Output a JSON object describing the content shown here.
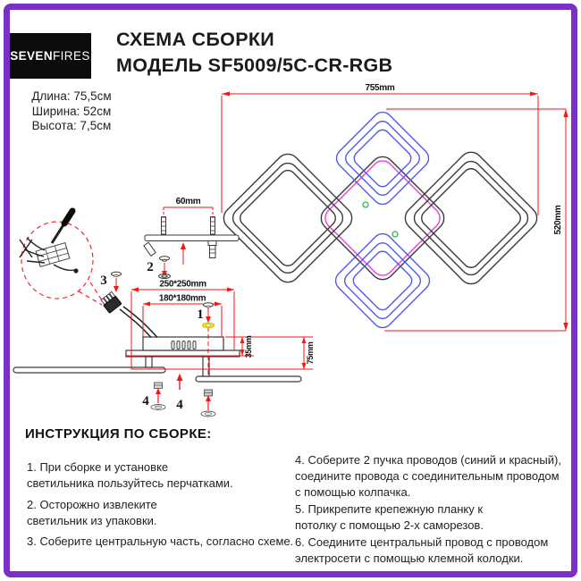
{
  "page": {
    "background": "#ffffff",
    "border_color": "#7c2fc4"
  },
  "header": {
    "logo_text_bold": "SEVEN",
    "logo_text_light": "FIRES",
    "title": "СХЕМА СБОРКИ\nМОДЕЛЬ SF5009/5C-CR-RGB"
  },
  "specs": {
    "length": "Длина: 75,5см",
    "width": "Ширина: 52см",
    "height": "Высота: 7,5см"
  },
  "diagram": {
    "dim_overall_width": "755mm",
    "dim_overall_height": "520mm",
    "dim_bracket_holes": "60mm",
    "dim_base_outer": "250*250mm",
    "dim_base_inner": "180*180mm",
    "dim_body_height": "35mm",
    "dim_total_height": "75mm",
    "step_1": "1",
    "step_2": "2",
    "step_3": "3",
    "step_4a": "4",
    "step_4b": "4",
    "colors": {
      "outline_black": "#3a3a3a",
      "ring_blue": "#4f5be8",
      "ring_magenta": "#ee3cdf",
      "dimension_red": "#f51616",
      "marker_green": "#2eb84a",
      "highlight_yellow": "#ffe900"
    }
  },
  "instructions": {
    "heading": "ИНСТРУКЦИЯ ПО СБОРКЕ:",
    "left": [
      {
        "text": "1. При сборке и установке\nсветильника пользуйтесь перчатками."
      },
      {
        "text": "2. Осторожно извлеките\nсветильник из упаковки."
      },
      {
        "text": "3. Соберите центральную часть, согласно схеме."
      }
    ],
    "right": [
      {
        "text": "4. Соберите 2 пучка проводов (синий и красный),\nсоедините провода с соединительным проводом\nс помощью колпачка."
      },
      {
        "text": "5. Прикрепите крепежную планку к\nпотолку с помощью 2-х саморезов."
      },
      {
        "text": "6. Соедините центральный провод с проводом\nэлектросети с помощью клемной колодки."
      }
    ]
  }
}
